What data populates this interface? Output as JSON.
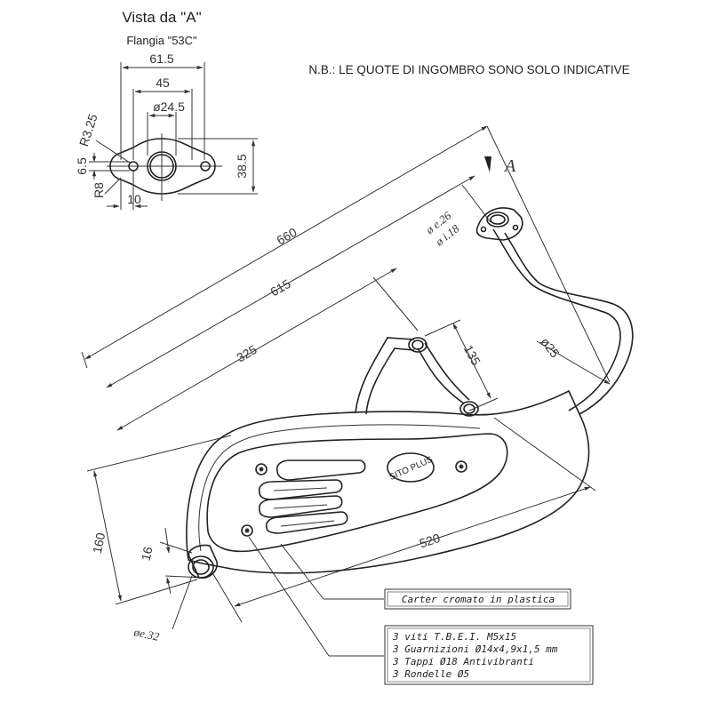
{
  "header": {
    "view_title": "Vista da \"A\"",
    "flange_label": "Flangia \"53C\""
  },
  "note": "N.B.: LE QUOTE DI INGOMBRO SONO SOLO INDICATIVE",
  "view_marker": "A",
  "flange_dims": {
    "d61": "61.5",
    "d45": "45",
    "d24": "ø24.5",
    "r325": "R3.25",
    "d65": "6.5",
    "r8": "R8",
    "d10": "10",
    "d385": "38.5"
  },
  "dims": {
    "d660": "660",
    "d615": "615",
    "d325": "325",
    "d135": "135",
    "d25": "ø25",
    "e26": "ø e.26",
    "i18": "ø i.18",
    "d160": "160",
    "d16": "16",
    "d520": "520",
    "e32": "øe.32"
  },
  "logo_text": "SITO PLUS",
  "callouts": {
    "cover": "Carter cromato in plastica",
    "kit": [
      "3 viti T.B.E.I. M5x15",
      "3 Guarnizioni Ø14x4,9x1,5 mm",
      "3 Tappi Ø18 Antivibranti",
      "3 Rondelle Ø5"
    ]
  }
}
